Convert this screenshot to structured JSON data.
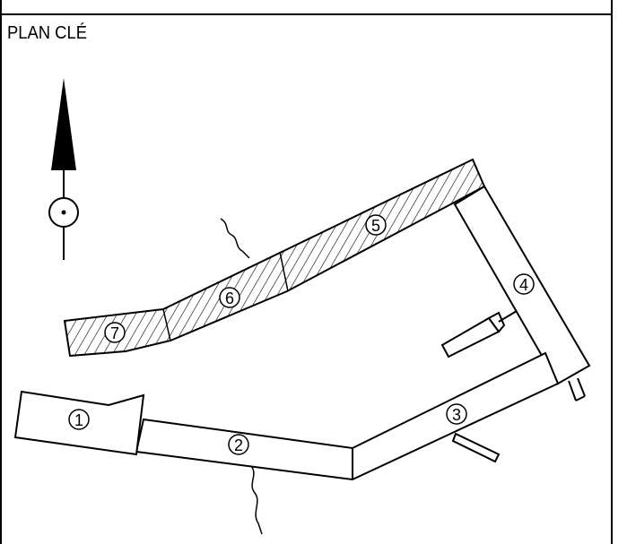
{
  "title": "PLAN CLÉ",
  "sections": [
    {
      "number": "1",
      "hatched": false
    },
    {
      "number": "2",
      "hatched": false
    },
    {
      "number": "3",
      "hatched": false
    },
    {
      "number": "4",
      "hatched": false
    },
    {
      "number": "5",
      "hatched": true
    },
    {
      "number": "6",
      "hatched": true
    },
    {
      "number": "7",
      "hatched": true
    }
  ],
  "colors": {
    "line": "#000000",
    "background": "#ffffff"
  }
}
